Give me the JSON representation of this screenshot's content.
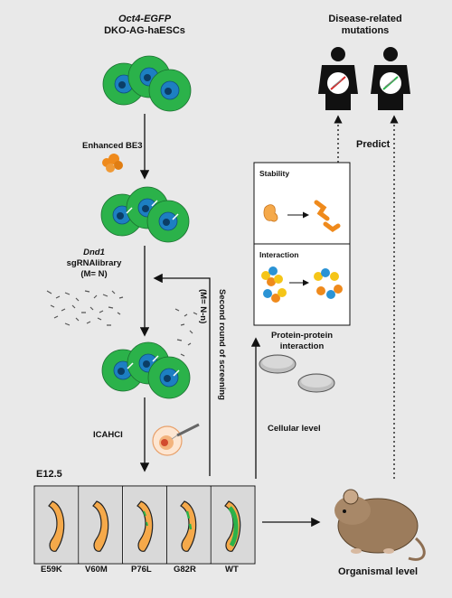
{
  "header": {
    "cell_line_italic": "Oct4-EGFP",
    "cell_line": "DKO-AG-haESCs",
    "disease_title_1": "Disease-related",
    "disease_title_2": "mutations"
  },
  "steps": {
    "be3": "Enhanced BE3",
    "library_gene": "Dnd1",
    "library_name": "sgRNAlibrary",
    "library_count": "(M= N)",
    "second_count": "(M= N-n)",
    "second_round": "Second round of screening",
    "icahci": "ICAHCI",
    "stage": "E12.5",
    "predict": "Predict"
  },
  "panels": {
    "stability": "Stability",
    "interaction": "Interaction",
    "ppi_1": "Protein-protein",
    "ppi_2": "interaction",
    "cellular": "Cellular level",
    "organismal": "Organismal level"
  },
  "mutations": [
    "E59K",
    "V60M",
    "P76L",
    "G82R",
    "WT"
  ],
  "colors": {
    "cell_green": "#2bb24a",
    "nucleus_blue": "#1d7fc2",
    "embryo_orange": "#f5a94a",
    "protein_orange": "#ef8a1c"
  }
}
